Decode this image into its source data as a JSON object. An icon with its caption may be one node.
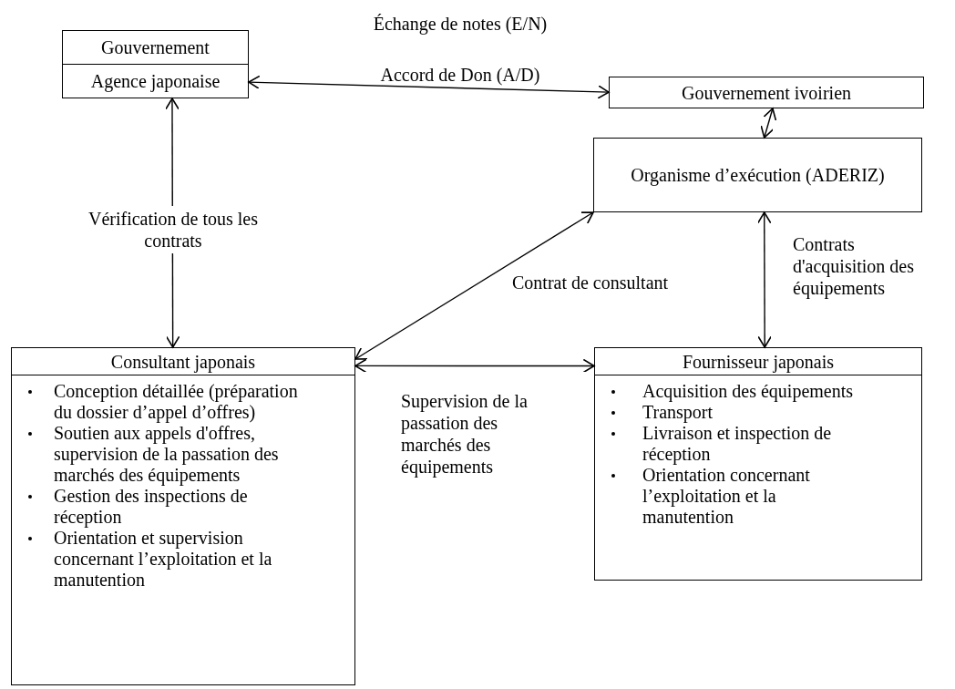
{
  "diagram": {
    "nodes": [
      {
        "text": [
          "Gouvernement"
        ]
      },
      {
        "text": [
          "Agence japonaise"
        ]
      },
      {
        "text": [
          "Gouvernement ivoirien"
        ]
      },
      {
        "text": [
          "Organisme d’exécution (ADERIZ)"
        ]
      },
      {
        "text": [
          "Consultant japonais",
          "Conception détaillée (préparation du dossier d’appel d’offres)",
          "Soutien aux appels d'offres, supervision de la passation des marchés des équipements",
          "Gestion des inspections de réception",
          "Orientation et supervision concernant l’exploitation et la manutention"
        ]
      },
      {
        "text": [
          "Fournisseur japonais",
          "Acquisition des équipements",
          "Transport",
          "Livraison et inspection de réception",
          "Orientation concernant l’exploitation et la manutention"
        ]
      }
    ],
    "edges": [
      {
        "from": 1,
        "to": 2,
        "arrow": "both",
        "label": "Échange de notes (E/N)"
      },
      {
        "from": 2,
        "to": 3,
        "arrow": "both"
      },
      {
        "from": 1,
        "to": 4,
        "arrow": "both",
        "label": "Vérification de tous les contrats"
      },
      {
        "from": 3,
        "to": 4,
        "arrow": "both",
        "label": "Contrat de consultant"
      },
      {
        "from": 3,
        "to": 5,
        "arrow": "both",
        "label": "Contrats d'acquisition des équipements"
      },
      {
        "from": 4,
        "to": 5,
        "arrow": "both",
        "label": "Supervision de la passation des marchés des équipements"
      }
    ],
    "labels": [
      "Accord de Don (A/D)"
    ]
  }
}
